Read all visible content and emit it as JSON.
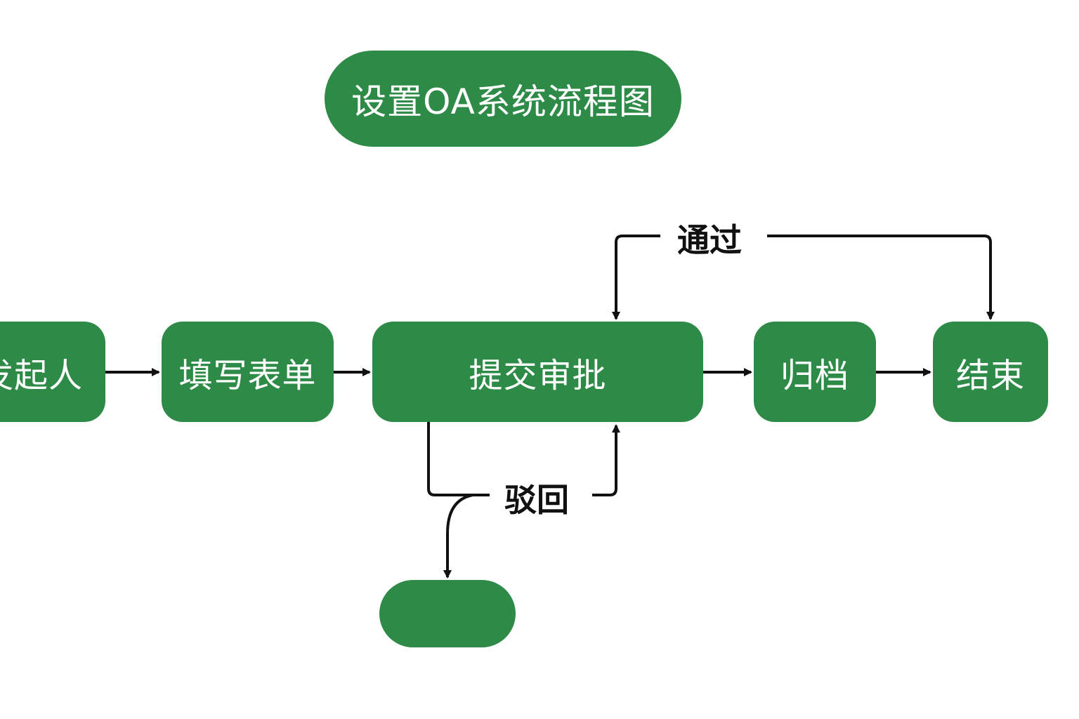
{
  "title": "设置OA系统流程图",
  "nodes": {
    "starter": "发起人",
    "fill_form": "填写表单",
    "submit_approval": "提交审批",
    "archive": "归档",
    "end": "结束",
    "terminal": ""
  },
  "edges": {
    "pass_label": "通过",
    "reject_label": "驳回"
  },
  "colors": {
    "node_fill": "#2e8b47",
    "node_text": "#ffffff",
    "line": "#111111"
  }
}
